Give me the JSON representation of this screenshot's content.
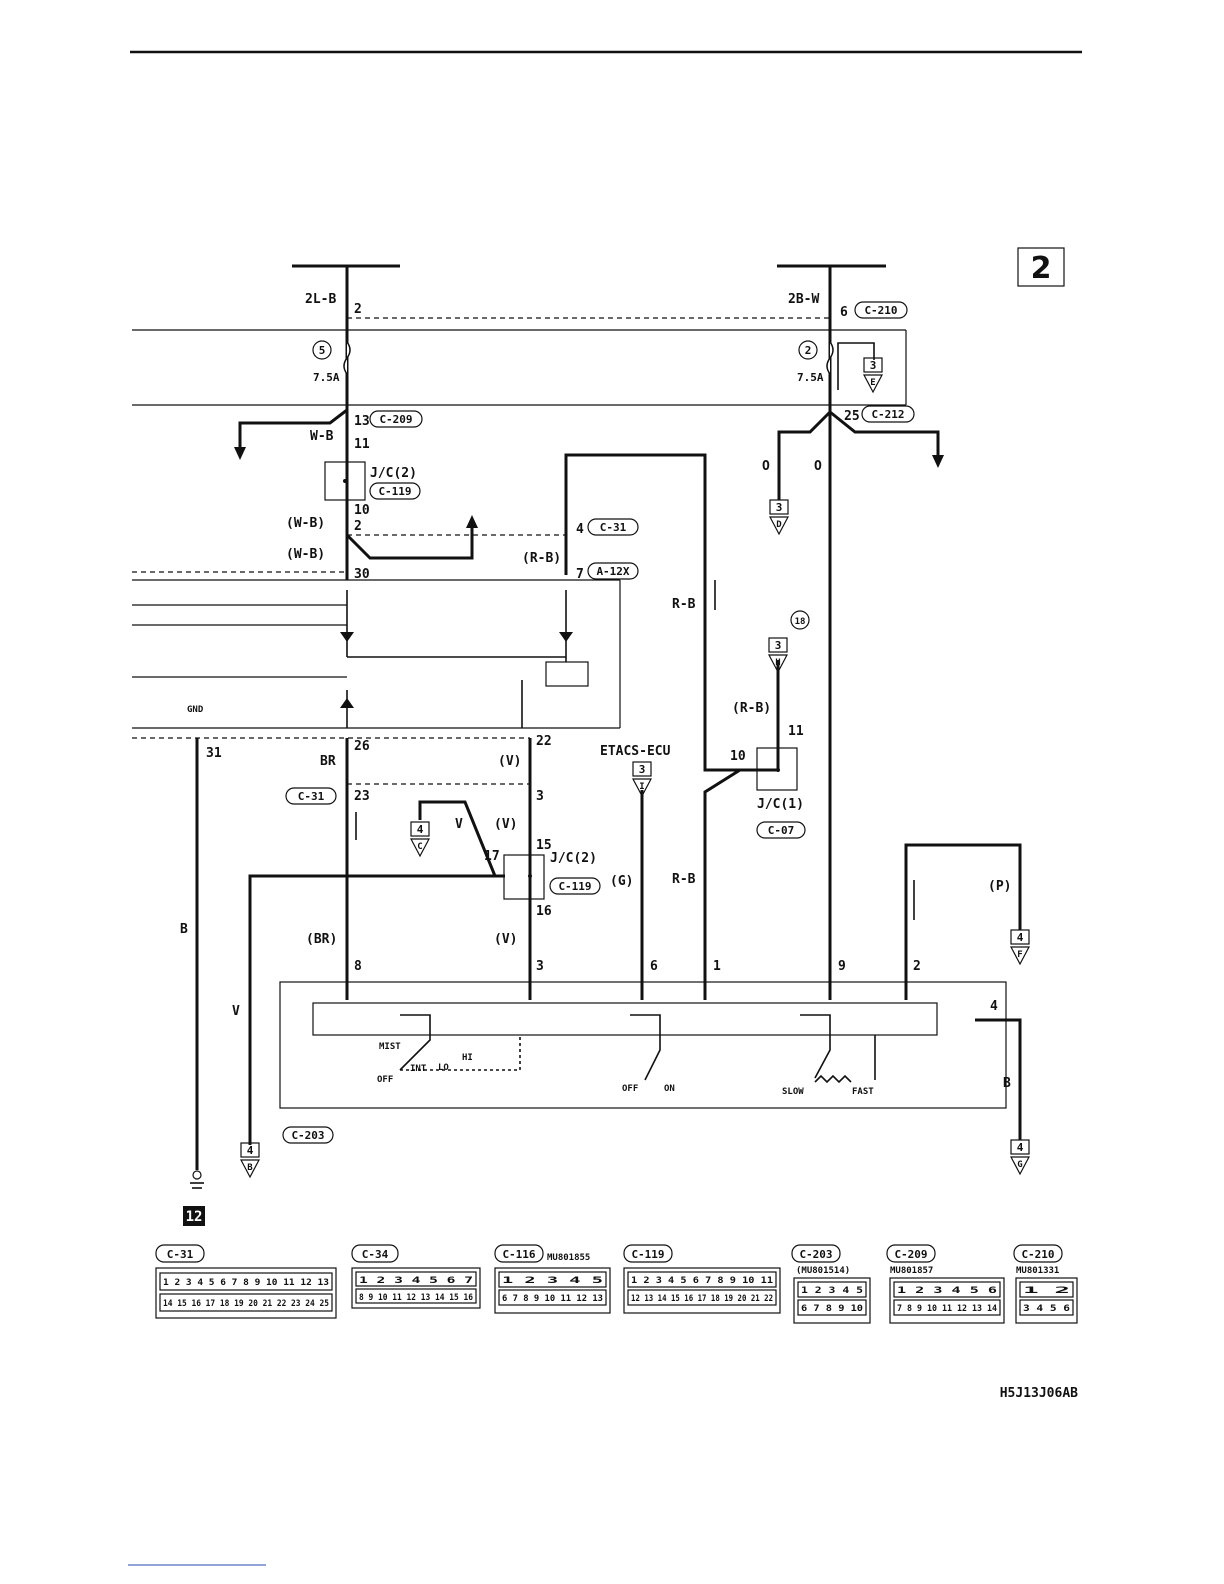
{
  "page": {
    "section_number": "2",
    "figure_code": "H5J13J06AB"
  },
  "wires": {
    "left_top": "2L-B",
    "right_top": "2B-W",
    "w_b": "W-B",
    "w_b_paren": "(W-B)",
    "r_b": "R-B",
    "r_b_paren": "(R-B)",
    "o": "O",
    "br": "BR",
    "br_paren": "(BR)",
    "v": "V",
    "v_paren": "(V)",
    "g_paren": "(G)",
    "p_paren": "(P)",
    "b": "B"
  },
  "fuses": {
    "left_number": "5",
    "left_rating": "7.5A",
    "right_number": "2",
    "right_rating": "7.5A"
  },
  "connectors": {
    "c210": "C-210",
    "c209": "C-209",
    "c212": "C-212",
    "c119": "C-119",
    "c31": "C-31",
    "a12x": "A-12X",
    "c07": "C-07",
    "c203": "C-203"
  },
  "junctions": {
    "jc2": "J/C(2)",
    "jc1": "J/C(1)"
  },
  "ecu": {
    "name": "ETACS-ECU",
    "gnd": "GND",
    "ground_ref": "12",
    "circle_18": "18"
  },
  "pins": {
    "p2": "2",
    "p6": "6",
    "p13": "13",
    "p25": "25",
    "p11": "11",
    "p10": "10",
    "p2b": "2",
    "p4": "4",
    "p30": "30",
    "p7": "7",
    "p31": "31",
    "p26": "26",
    "p22": "22",
    "p23": "23",
    "p3": "3",
    "p15": "15",
    "p17": "17",
    "p16": "16",
    "p11b": "11",
    "p10b": "10",
    "s8": "8",
    "s3": "3",
    "s6": "6",
    "s1": "1",
    "s9": "9",
    "s2": "2",
    "s4": "4"
  },
  "refs": {
    "r3a": "3",
    "r3a_l": "E",
    "r3b": "3",
    "r3b_l": "D",
    "r3c": "3",
    "r3c_l": "H",
    "r3d": "3",
    "r3d_l": "I",
    "r4a": "4",
    "r4a_l": "C",
    "r4b": "4",
    "r4b_l": "B",
    "r4c": "4",
    "r4c_l": "F",
    "r4d": "4",
    "r4d_l": "G"
  },
  "switch": {
    "mist": "MIST",
    "off": "OFF",
    "int": "INT",
    "lo": "LO",
    "hi": "HI",
    "off2": "OFF",
    "on": "ON",
    "slow": "SLOW",
    "fast": "FAST"
  },
  "legend": {
    "c31": {
      "title": "C-31",
      "part": "",
      "row1": "1 2 3 4 5 6 7 8 9 10 11 12 13",
      "row2": "14 15 16 17 18 19 20 21 22 23 24 25"
    },
    "c34": {
      "title": "C-34",
      "part": "",
      "row1": "1 2 3 4 5 6 7",
      "row2": "8 9 10 11 12 13 14 15 16"
    },
    "c116": {
      "title": "C-116",
      "part": "MU801855",
      "row1": "1 2 3 4 5",
      "row2": "6 7 8 9 10 11 12 13"
    },
    "c119": {
      "title": "C-119",
      "part": "",
      "row1": "1 2 3 4 5 6 7 8 9 10 11",
      "row2": "12 13 14 15 16 17 18 19 20 21 22"
    },
    "c203": {
      "title": "C-203",
      "part": "(MU801514)",
      "row1": "1 2 3 4 5",
      "row2": "6 7 8 9 10"
    },
    "c209": {
      "title": "C-209",
      "part": "MU801857",
      "row1": "1 2 3 4 5 6",
      "row2": "7 8 9 10 11 12 13 14"
    },
    "c210": {
      "title": "C-210",
      "part": "MU801331",
      "row1": "1 2",
      "row2": "3 4 5 6"
    }
  }
}
